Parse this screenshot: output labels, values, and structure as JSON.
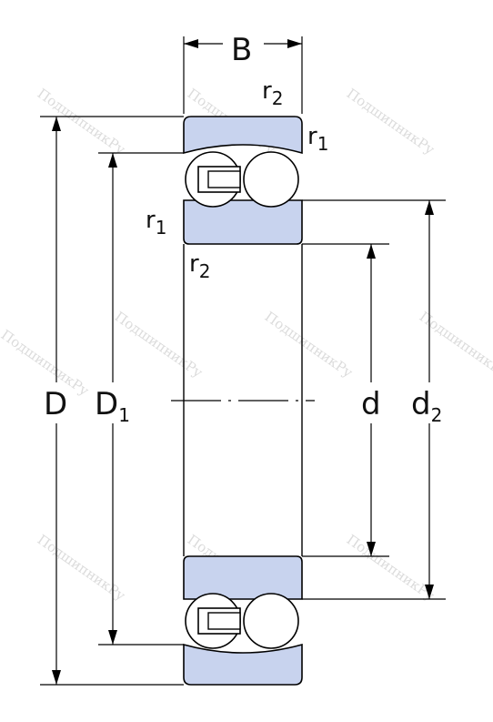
{
  "labels": {
    "B": "B",
    "D": "D",
    "D1_base": "D",
    "D1_sub": "1",
    "d": "d",
    "d2_base": "d",
    "d2_sub": "2",
    "r1_base": "r",
    "r1_sub": "1",
    "r2_base": "r",
    "r2_sub": "2"
  },
  "watermark": "ПодшипникРу",
  "colors": {
    "ring_fill": "#c8d3ee",
    "line": "#000000",
    "watermark": "#dcdcdc"
  }
}
